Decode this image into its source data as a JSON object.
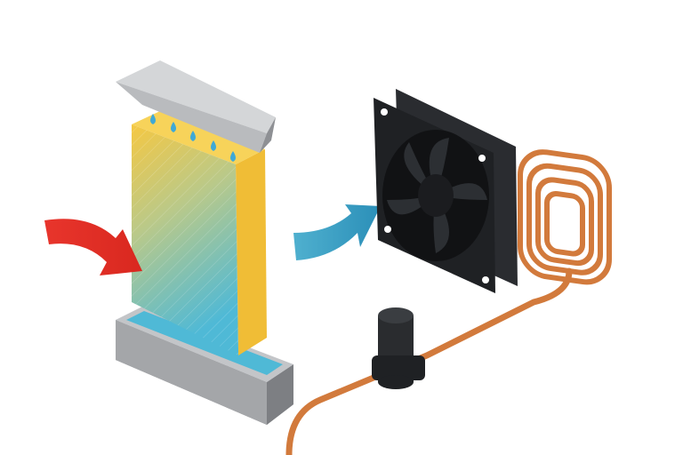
{
  "colors": {
    "background": "#ffffff",
    "trough": "#b9bbbe",
    "trough_dark": "#8e9094",
    "droplet": "#3fa9d6",
    "pad_top": "#f5c842",
    "pad_bottom": "#4fb9d6",
    "pad_side": "#f2c23a",
    "tray": "#a4a6a9",
    "tray_water": "#4fb9d6",
    "hot_air_arrow": "#e8352c",
    "cool_air_arrow": "#3aa6c9",
    "fan_body": "#1f2124",
    "copper": "#d27a3c",
    "pump": "#2a2c2f"
  },
  "icons": [
    "water-trough",
    "water-droplet",
    "cooling-pad",
    "water-tray",
    "hot-air-arrow",
    "cool-air-arrow",
    "fan",
    "copper-coil",
    "water-pump",
    "copper-pipe"
  ]
}
